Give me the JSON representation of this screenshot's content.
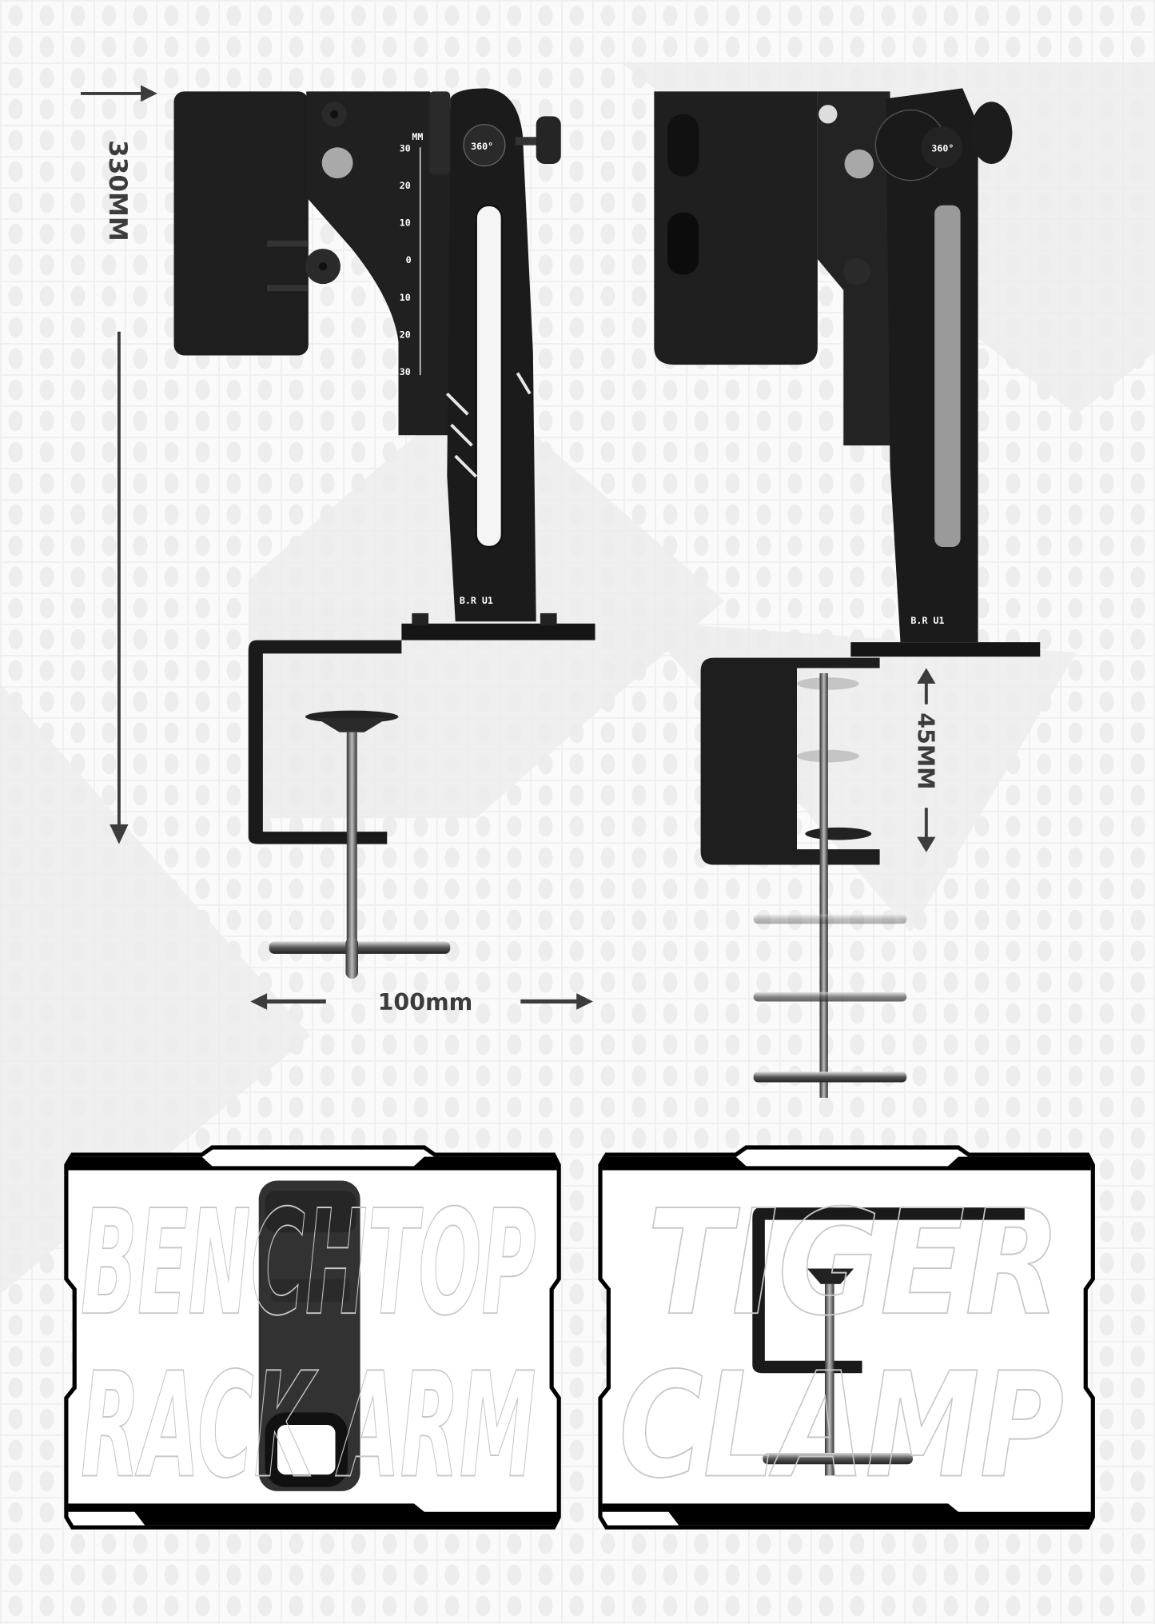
{
  "dimensions": {
    "height_label": "330MM",
    "width_label": "100mm",
    "clamp_range_label": "45MM"
  },
  "product": {
    "rotation_badge": "360°",
    "scale_unit": "MM",
    "scale_ticks": [
      "30",
      "20",
      "10",
      "0",
      "10",
      "20",
      "30"
    ],
    "logo": "B.R U1"
  },
  "panels": [
    {
      "lines": [
        "BENCHTOP",
        "RACK ARM"
      ]
    },
    {
      "lines": [
        "TIGER",
        "CLAMP"
      ]
    }
  ],
  "colors": {
    "product": "#1c1c1c",
    "dimension_text": "#3c3c3c",
    "background": "#fafafa"
  }
}
